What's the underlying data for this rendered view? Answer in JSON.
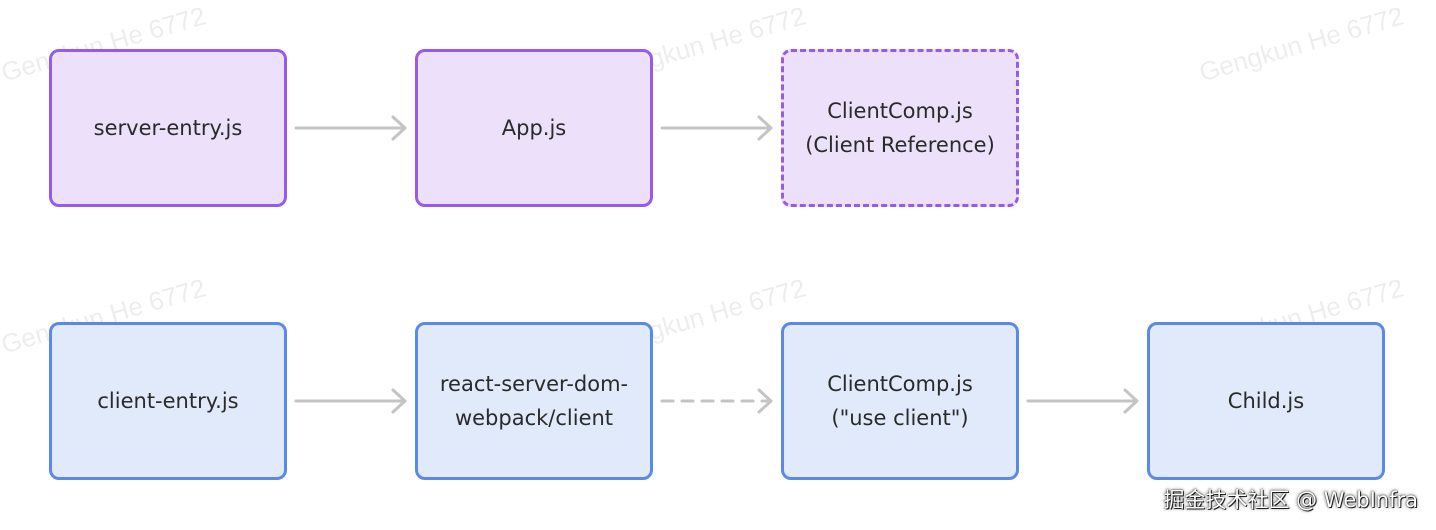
{
  "watermark": {
    "text": "Gengkun He 6772"
  },
  "colors": {
    "server_fill": "#ece0fb",
    "server_border": "#9a5ae6",
    "client_fill": "#e0eafb",
    "client_border": "#5a8ae6",
    "edge": "#c4c4c4"
  },
  "nodes": {
    "server_entry": {
      "line1": "server-entry.js",
      "line2": ""
    },
    "app": {
      "line1": "App.js",
      "line2": ""
    },
    "client_comp_ref": {
      "line1": "ClientComp.js",
      "line2": "(Client Reference)"
    },
    "client_entry": {
      "line1": "client-entry.js",
      "line2": ""
    },
    "rsd_webpack_client": {
      "line1": "react-server-dom-",
      "line2": "webpack/client"
    },
    "client_comp_use_client": {
      "line1": "ClientComp.js",
      "line2": "(\"use client\")"
    },
    "child": {
      "line1": "Child.js",
      "line2": ""
    }
  },
  "edges": [
    {
      "from": "server_entry",
      "to": "app",
      "style": "solid"
    },
    {
      "from": "app",
      "to": "client_comp_ref",
      "style": "solid"
    },
    {
      "from": "client_entry",
      "to": "rsd_webpack_client",
      "style": "solid"
    },
    {
      "from": "rsd_webpack_client",
      "to": "client_comp_use_client",
      "style": "dashed"
    },
    {
      "from": "client_comp_use_client",
      "to": "child",
      "style": "solid"
    }
  ],
  "footer": {
    "text": "掘金技术社区 @ WebInfra"
  }
}
